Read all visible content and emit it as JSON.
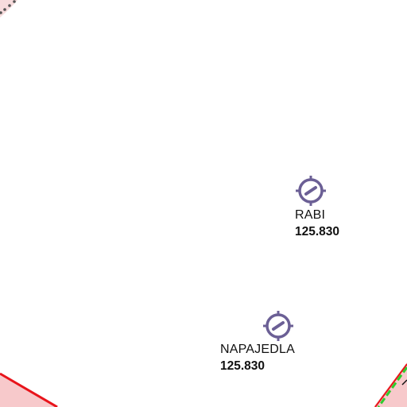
{
  "map": {
    "navaids": [
      {
        "id": "rabi",
        "name": "RABI",
        "frequency": "125.830",
        "icon": "navaid-icon"
      },
      {
        "id": "napajedla",
        "name": "NAPAJEDLA",
        "frequency": "125.830",
        "icon": "navaid-icon"
      }
    ],
    "colors": {
      "background": "#ffffff",
      "navaid_symbol": "#6b5f95",
      "airspace_boundary": "#e8141b",
      "airspace_fill": "#f7c9cb",
      "route_green": "#2ecc2e",
      "dotted_line": "#555555",
      "label_text": "#111111"
    }
  }
}
